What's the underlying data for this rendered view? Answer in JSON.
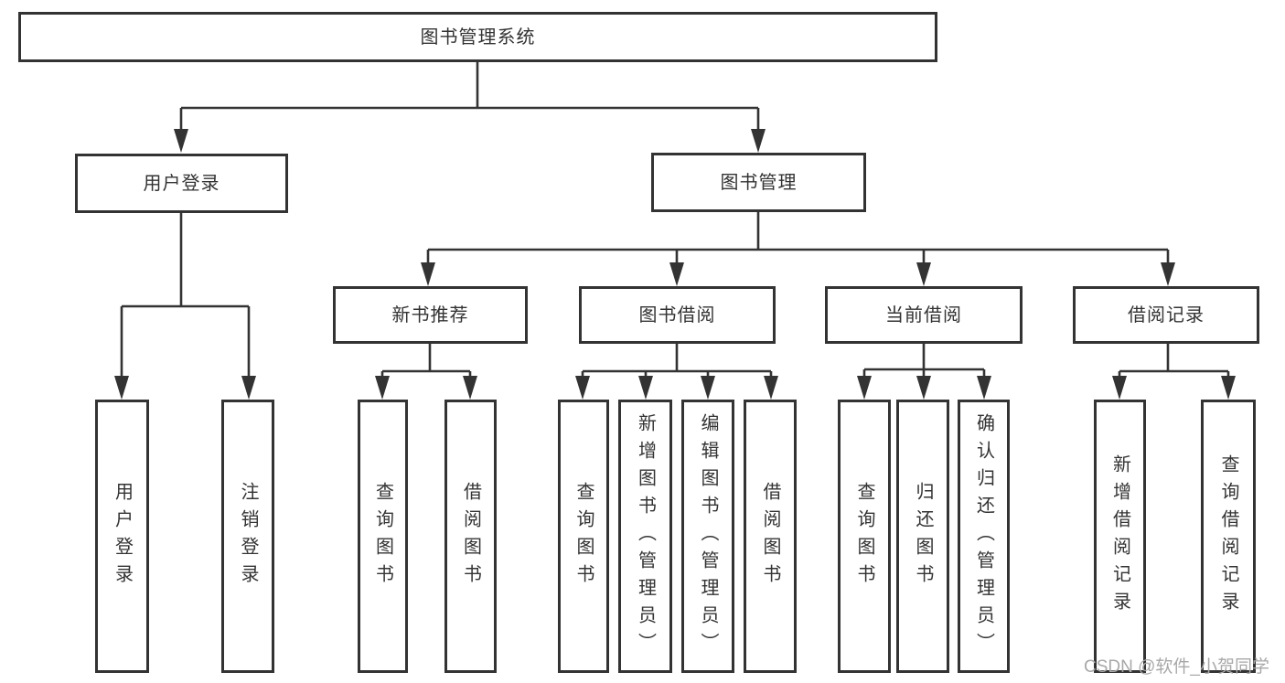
{
  "nodes": {
    "root": "图书管理系统",
    "level2": [
      "用户登录",
      "图书管理"
    ],
    "level3": [
      "新书推荐",
      "图书借阅",
      "当前借阅",
      "借阅记录"
    ],
    "leaves": {
      "login": [
        "用户登录",
        "注销登录"
      ],
      "recommend": [
        "查询图书",
        "借阅图书"
      ],
      "borrow": [
        "查询图书",
        "新增图书（管理员）",
        "编辑图书（管理员）",
        "借阅图书"
      ],
      "current": [
        "查询图书",
        "归还图书",
        "确认归还（管理员）"
      ],
      "records": [
        "新增借阅记录",
        "查询借阅记录"
      ]
    }
  },
  "watermark": "CSDN @软件_小贺同学",
  "colors": {
    "line": "#333333",
    "box_border": "#333333",
    "text": "#333333",
    "watermark": "#a8a8a8",
    "background": "#ffffff"
  }
}
